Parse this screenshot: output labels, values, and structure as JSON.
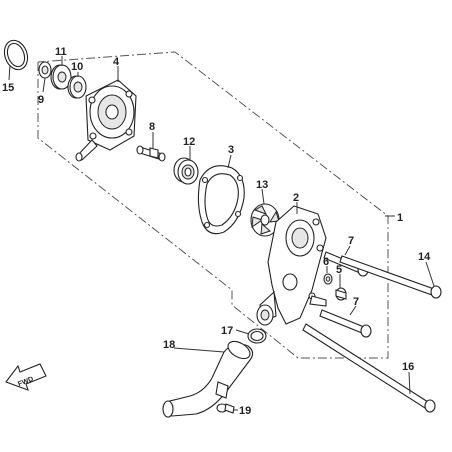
{
  "diagram": {
    "callouts": {
      "p1": "1",
      "p2": "2",
      "p3": "3",
      "p4": "4",
      "p5": "5",
      "p6": "6",
      "p7a": "7",
      "p7b": "7",
      "p8": "8",
      "p9": "9",
      "p10": "10",
      "p11": "11",
      "p12": "12",
      "p13": "13",
      "p14": "14",
      "p15": "15",
      "p16": "16",
      "p17": "17",
      "p18": "18",
      "p19": "19"
    },
    "direction_marker": {
      "label": "FWD",
      "icon": "forward-arrow-icon"
    }
  }
}
